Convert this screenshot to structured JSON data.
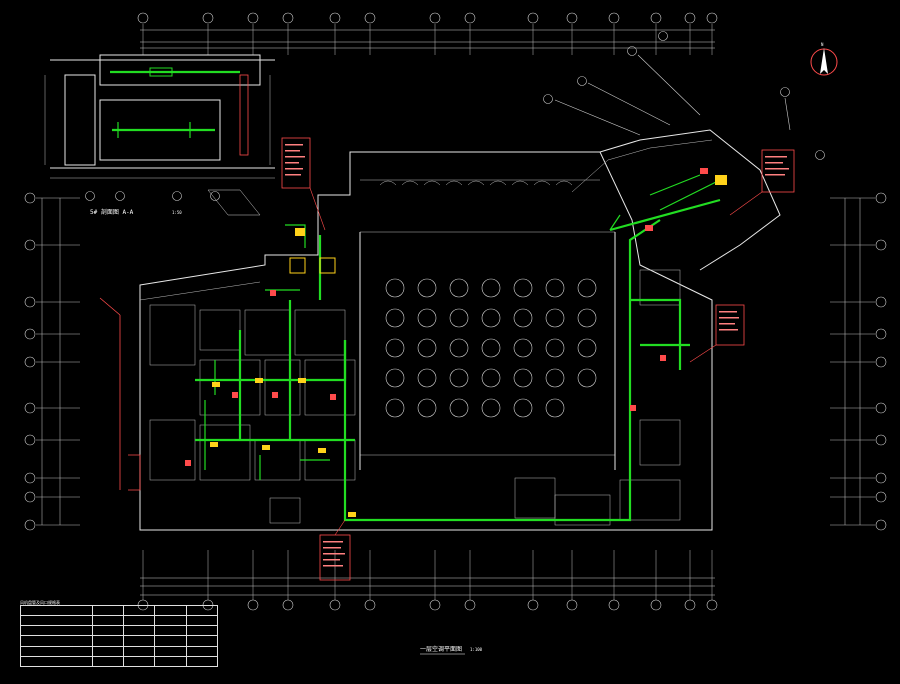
{
  "drawing": {
    "colors": {
      "background": "#000000",
      "walls": "#e8e8e8",
      "duct": "#22dd22",
      "leader": "#ff4b4b",
      "annotation_box": "#ff4b4b",
      "equipment": "#ffd21a"
    },
    "icons": {
      "north_arrow": "north-arrow-icon"
    },
    "section_label": "5# 剖面图 A-A",
    "section_scale": "1:50",
    "plan_title": "一层空调平面图",
    "plan_scale": "1:100",
    "north_label": "N"
  },
  "table": {
    "title": "风机盘管及风口规格表",
    "rows": [
      [
        "",
        "",
        "",
        "",
        ""
      ],
      [
        "",
        "",
        "",
        "",
        ""
      ],
      [
        "",
        "",
        "",
        "",
        ""
      ],
      [
        "",
        "",
        "",
        "",
        ""
      ],
      [
        "",
        "",
        "",
        "",
        ""
      ],
      [
        "",
        "",
        "",
        "",
        ""
      ]
    ]
  }
}
